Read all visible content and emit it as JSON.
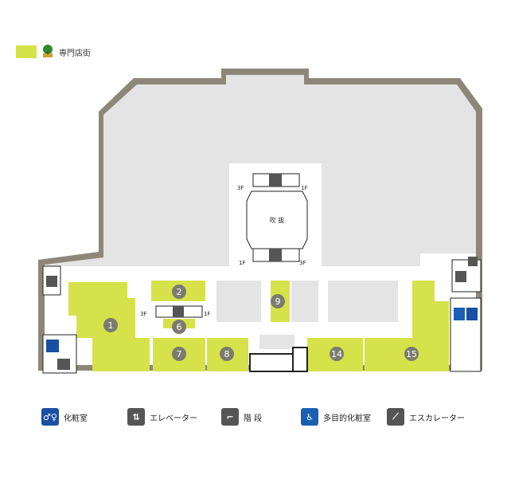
{
  "legend": {
    "specialty_label": "専門店街",
    "specialty_color": "#d6e24a",
    "logo_icon": "tree-logo-icon"
  },
  "map": {
    "atrium_label": "吹 抜",
    "escalator_labels": {
      "upper_left": "3F",
      "upper_right": "1F",
      "lower_left": "1F",
      "lower_right": "3F",
      "shop6_left": "3F",
      "shop6_right": "1F"
    },
    "shops": [
      "1",
      "2",
      "6",
      "7",
      "8",
      "9",
      "14",
      "15"
    ],
    "colors": {
      "wall": "#8d877a",
      "floor": "#e4e4e4",
      "shop": "#d6e24a",
      "badge": "#7d7a6e",
      "shop_box": "#f0f0f0"
    }
  },
  "bottom_legend": [
    {
      "icon": "restroom-icon",
      "label": "化粧室",
      "color": "#1a4fa3"
    },
    {
      "icon": "elevator-icon",
      "label": "エレベーター",
      "color": "#555555"
    },
    {
      "icon": "stairs-icon",
      "label": "階 段",
      "color": "#555555"
    },
    {
      "icon": "accessible-restroom-icon",
      "label": "多目的化粧室",
      "color": "#1a5fb4"
    },
    {
      "icon": "escalator-icon",
      "label": "エスカレーター",
      "color": "#555555"
    }
  ]
}
